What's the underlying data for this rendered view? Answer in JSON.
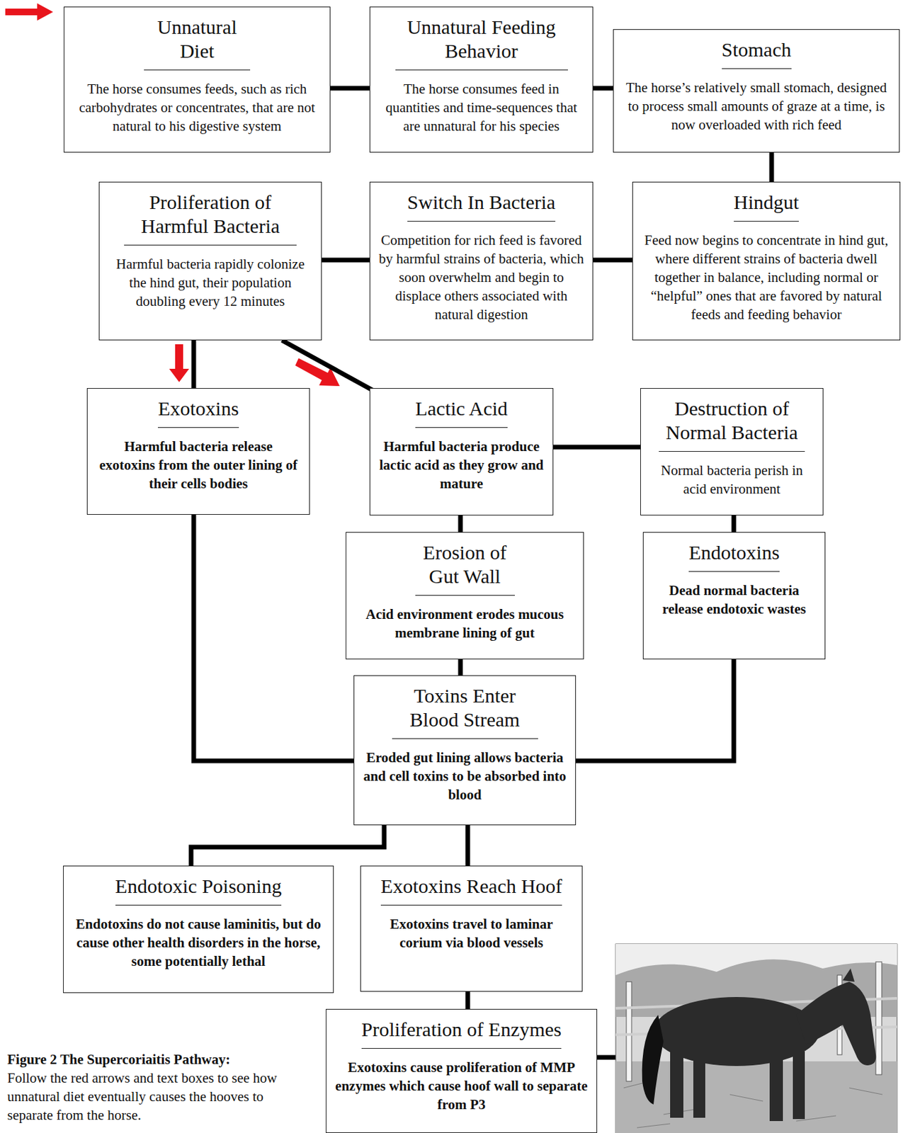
{
  "diagram": {
    "caption": "Figure 2 The Supercoriaitis Pathway:",
    "nodes": [
      {
        "text": [
          "Unnatural Diet",
          "The horse consumes feeds, such as rich carbohydrates or concentrates, that are not natural to his digestive system"
        ]
      },
      {
        "text": [
          "Unnatural Feeding Behavior",
          "The horse consumes feed in quantities and time-sequences that are unnatural for his species"
        ]
      },
      {
        "text": [
          "Stomach",
          "The horse’s relatively small stomach, designed to process small amounts of graze at a time, is now overloaded with rich feed"
        ]
      },
      {
        "text": [
          "Proliferation of Harmful Bacteria",
          "Harmful bacteria rapidly colonize the hind gut, their population doubling every 12 minutes"
        ]
      },
      {
        "text": [
          "Switch In Bacteria",
          "Competition for rich feed is favored by harmful strains of bacteria, which soon overwhelm and begin to displace others associated with natural digestion"
        ]
      },
      {
        "text": [
          "Hindgut",
          "Feed now begins to concentrate in hind gut, where different strains of bacteria dwell together in balance, including normal or “helpful” ones that are favored by natural feeds and feeding behavior"
        ]
      },
      {
        "text": [
          "Exotoxins",
          "Harmful bacteria release exotoxins from the outer lining of their cells bodies"
        ]
      },
      {
        "text": [
          "Lactic Acid",
          "Harmful bacteria produce lactic acid as they grow and mature"
        ]
      },
      {
        "text": [
          "Destruction of Normal Bacteria",
          "Normal bacteria perish in acid environment"
        ]
      },
      {
        "text": [
          "Erosion of Gut Wall",
          "Acid environment erodes mucous membrane lining of gut"
        ]
      },
      {
        "text": [
          "Endotoxins",
          "Dead normal bacteria release endotoxic wastes"
        ]
      },
      {
        "text": [
          "Toxins Enter Blood Stream",
          "Eroded gut lining allows bacteria and cell toxins to be absorbed into blood"
        ]
      },
      {
        "text": [
          "Endotoxic Poisoning",
          "Endotoxins do not cause laminitis, but do cause other health disorders in the horse, some potentially lethal"
        ]
      },
      {
        "text": [
          "Exotoxins Reach Hoof",
          "Exotoxins travel to laminar corium via blood vessels"
        ]
      },
      {
        "text": [
          "Proliferation of Enzymes",
          "Exotoxins cause proliferation of MMP enzymes which cause hoof wall to separate from P3"
        ]
      }
    ],
    "edges": [
      {
        "from": 0,
        "to": 1,
        "arrow": "none"
      },
      {
        "from": 1,
        "to": 2,
        "arrow": "none"
      },
      {
        "from": 2,
        "to": 5,
        "arrow": "none"
      },
      {
        "from": 5,
        "to": 4,
        "arrow": "none"
      },
      {
        "from": 4,
        "to": 3,
        "arrow": "none"
      },
      {
        "from": 3,
        "to": 6,
        "arrow": "none"
      },
      {
        "from": 3,
        "to": 7,
        "arrow": "none"
      },
      {
        "from": 7,
        "to": 8,
        "arrow": "none"
      },
      {
        "from": 7,
        "to": 9,
        "arrow": "none"
      },
      {
        "from": 8,
        "to": 10,
        "arrow": "none"
      },
      {
        "from": 9,
        "to": 11,
        "arrow": "none"
      },
      {
        "from": 6,
        "to": 11,
        "arrow": "none"
      },
      {
        "from": 10,
        "to": 11,
        "arrow": "none"
      },
      {
        "from": 11,
        "to": 12,
        "arrow": "none"
      },
      {
        "from": 11,
        "to": 13,
        "arrow": "none"
      },
      {
        "from": 13,
        "to": 14,
        "arrow": "none"
      }
    ],
    "labels": [
      "Follow the red arrows and text boxes to see how unnatural diet eventually causes the hooves to separate from the horse."
    ]
  }
}
